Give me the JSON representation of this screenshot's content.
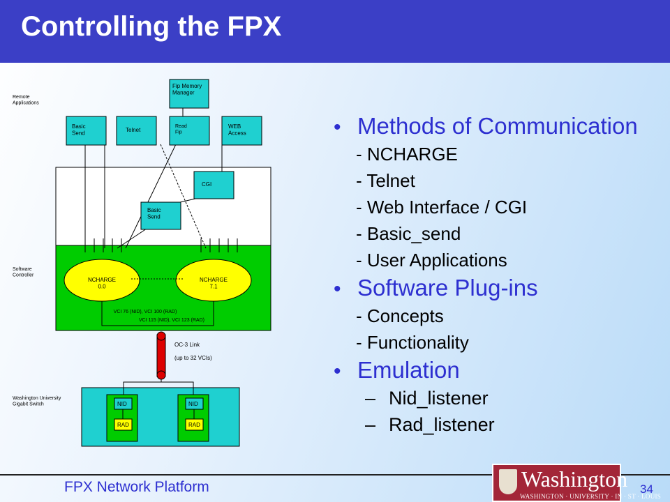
{
  "slide": {
    "title": "Controlling the FPX",
    "footer": "FPX Network Platform",
    "page_number": "34"
  },
  "diagram": {
    "labels": {
      "remote": "Remote\nApplications",
      "software": "Software\nController",
      "switch": "Washington University\nGigabit Switch",
      "oc3_link": "OC-3 Link",
      "oc3_vcis": "(up to 32 VCIs)",
      "vci_line1": "VCI 76 (NID), VCI 100 (RAD)",
      "vci_line2": "VCI 115 (NID), VCI 123 (RAD)"
    },
    "boxes": {
      "fip_memory": "Fip Memory\nManager",
      "basic_send_top": "Basic\nSend",
      "telnet": "Telnet",
      "read_fip": "Read\nFip",
      "web_access": "WEB\nAccess",
      "cgi": "CGI",
      "basic_send_mid": "Basic\nSend",
      "ncharge_left": "NCHARGE\n0.0",
      "ncharge_right": "NCHARGE\n7.1",
      "nid_left": "NID",
      "rad_left": "RAD",
      "nid_right": "NID",
      "rad_right": "RAD"
    }
  },
  "bullets": [
    {
      "heading": "Methods of Communication",
      "items": [
        "- NCHARGE",
        "- Telnet",
        "- Web Interface / CGI",
        "- Basic_send",
        "- User Applications"
      ]
    },
    {
      "heading": "Software Plug-ins",
      "items": [
        "- Concepts",
        "- Functionality"
      ]
    },
    {
      "heading": "Emulation",
      "items": [
        "Nid_listener",
        "Rad_listener"
      ],
      "dash": "–"
    }
  ],
  "logo": {
    "wordmark": "Washington",
    "tagline": "WASHINGTON · UNIVERSITY · IN · ST · LOUIS"
  },
  "colors": {
    "title_bar": "#3b3fc6",
    "accent_text": "#2d2fd0",
    "box_cyan": "#1fd0d0",
    "controller_green": "#00cc00",
    "link_red": "#dd0000",
    "rad_yellow": "#ffff00",
    "logo_red": "#a32638"
  }
}
